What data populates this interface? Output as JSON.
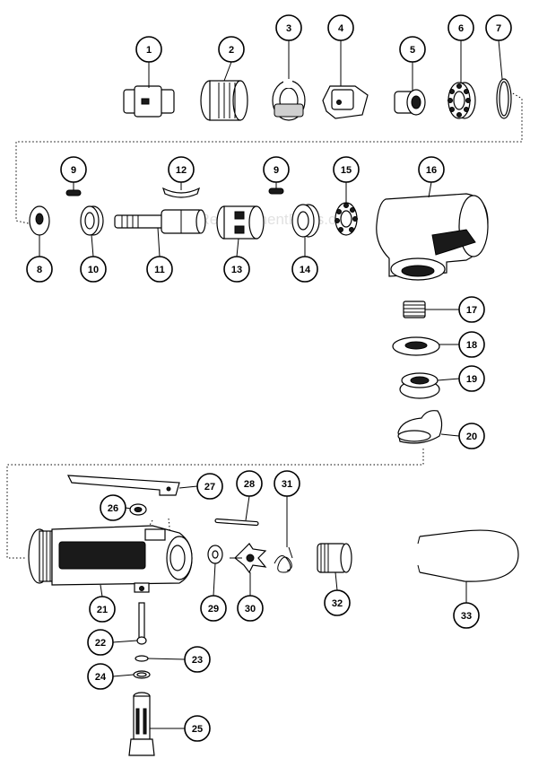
{
  "watermark": "eReplacementParts.com",
  "callouts": [
    {
      "label": "1"
    },
    {
      "label": "2"
    },
    {
      "label": "3"
    },
    {
      "label": "4"
    },
    {
      "label": "5"
    },
    {
      "label": "6"
    },
    {
      "label": "7"
    },
    {
      "label": "8"
    },
    {
      "label": "9"
    },
    {
      "label": "10"
    },
    {
      "label": "11"
    },
    {
      "label": "12"
    },
    {
      "label": "9"
    },
    {
      "label": "13"
    },
    {
      "label": "14"
    },
    {
      "label": "15"
    },
    {
      "label": "16"
    },
    {
      "label": "17"
    },
    {
      "label": "18"
    },
    {
      "label": "19"
    },
    {
      "label": "20"
    },
    {
      "label": "21"
    },
    {
      "label": "22"
    },
    {
      "label": "23"
    },
    {
      "label": "24"
    },
    {
      "label": "25"
    },
    {
      "label": "26"
    },
    {
      "label": "27"
    },
    {
      "label": "28"
    },
    {
      "label": "29"
    },
    {
      "label": "30"
    },
    {
      "label": "31"
    },
    {
      "label": "32"
    },
    {
      "label": "33"
    }
  ]
}
